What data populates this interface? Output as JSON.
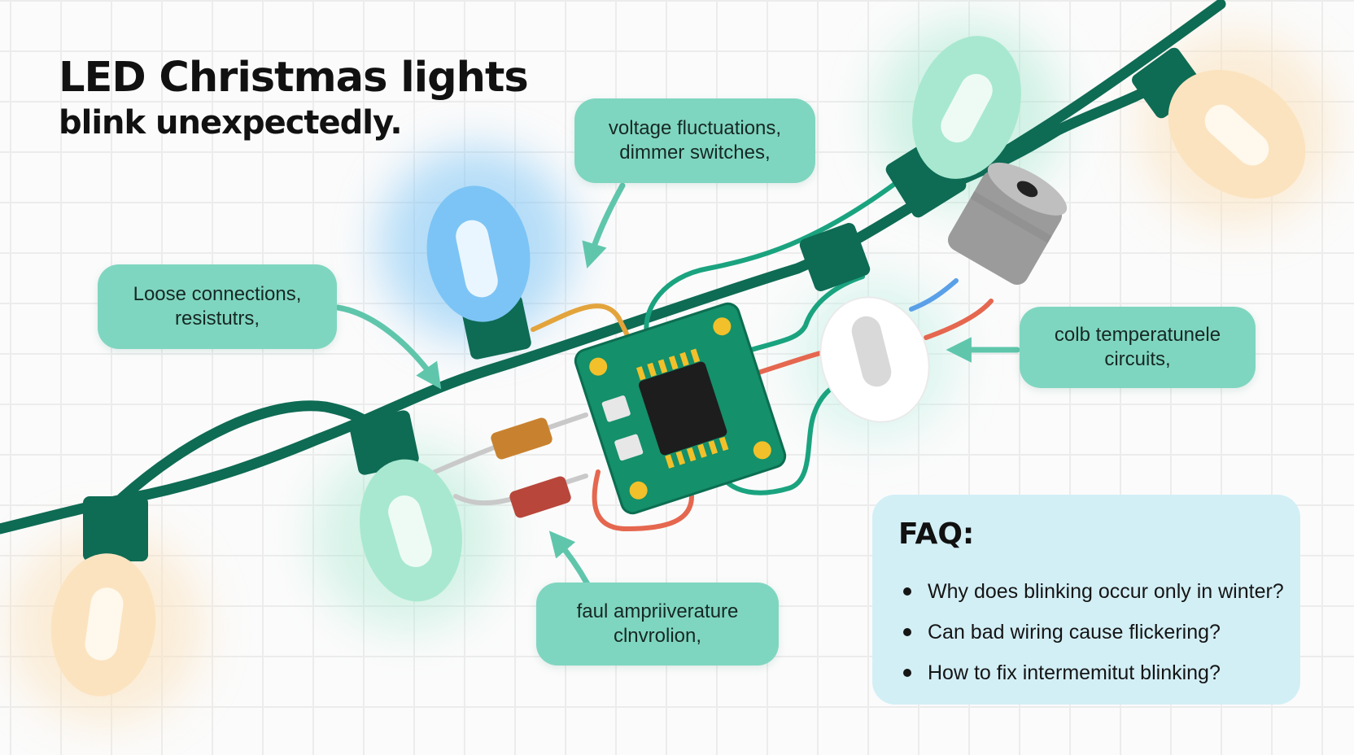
{
  "title": {
    "line1": "LED Christmas lights",
    "line2": "blink unexpectedly."
  },
  "callouts": {
    "voltage": {
      "line1": "voltage fluctuations,",
      "line2": "dimmer switches,"
    },
    "loose": {
      "line1": "Loose connections,",
      "line2": "resistutrs,"
    },
    "temperature": {
      "line1": "colb temperatunele",
      "line2": "circuits,"
    },
    "faulty": {
      "line1": "faul ampriiverature",
      "line2": "clnvrolion,"
    }
  },
  "faq": {
    "heading": "FAQ:",
    "items": [
      "Why does blinking occur only in winter?",
      "Can bad wiring cause flickering?",
      "How to fix intermemitut blinking?"
    ]
  },
  "colors": {
    "wire": "#0e6b54",
    "callout": "#7fd6c0",
    "faq_panel": "#d3eff6",
    "bulb_blue": "#7cc4f5",
    "bulb_green": "#a8e8d0",
    "bulb_orange": "#fbe3bf",
    "pcb": "#14906a",
    "chip": "#1d1d1d"
  }
}
